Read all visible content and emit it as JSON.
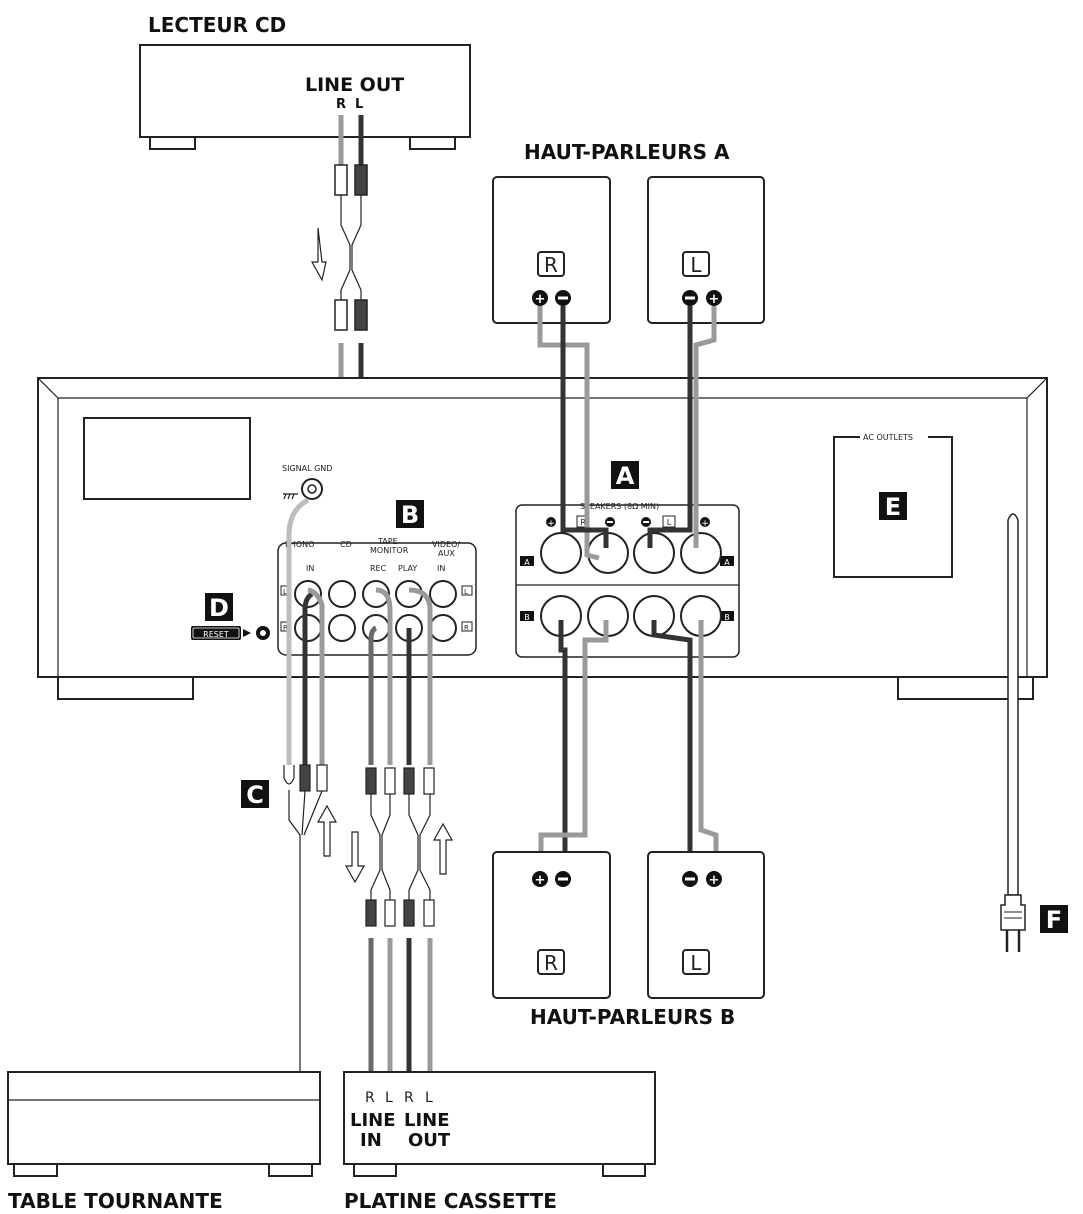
{
  "labels": {
    "cd_player": "LECTEUR CD",
    "line_out": "LINE OUT",
    "cd_r": "R",
    "cd_l": "L",
    "speakers_a": "HAUT-PARLEURS A",
    "speakers_b": "HAUT-PARLEURS B",
    "turntable": "TABLE TOURNANTE",
    "cassette": "PLATINE CASSETTE",
    "signal_gnd": "SIGNAL GND",
    "reset": "RESET",
    "speakers_panel": "SPEAKERS (8Ω MIN)",
    "ac_outlets": "AC OUTLETS",
    "phono": "PHONO",
    "cd": "CD",
    "tape_monitor": "TAPE",
    "monitor": "MONITOR",
    "video_aux": "VIDEO/",
    "aux": "AUX",
    "in": "IN",
    "rec": "REC",
    "play": "PLAY",
    "deck_line_in_1": "LINE",
    "deck_line_in_2": "IN",
    "deck_line_out_1": "LINE",
    "deck_line_out_2": "OUT",
    "deck_r1": "R",
    "deck_l1": "L",
    "deck_r2": "R",
    "deck_l2": "L",
    "spk_r": "R",
    "spk_l": "L",
    "panel_r": "R",
    "panel_l": "L",
    "ch_a": "A",
    "ch_b": "B"
  },
  "markers": {
    "A": "A",
    "B": "B",
    "C": "C",
    "D": "D",
    "E": "E",
    "F": "F"
  }
}
